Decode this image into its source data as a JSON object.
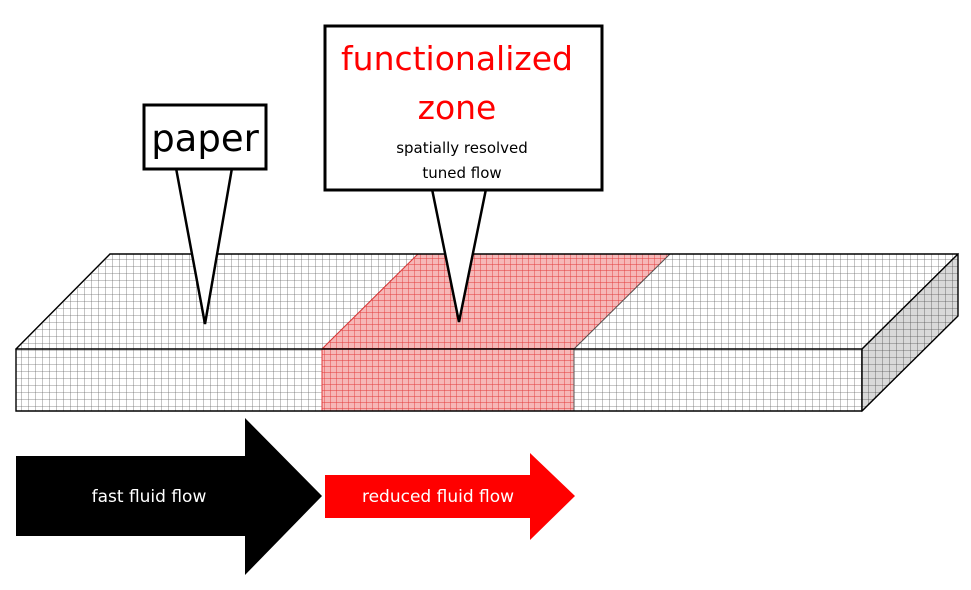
{
  "callouts": {
    "paper": {
      "title": "paper"
    },
    "zone": {
      "title_line1": "functionalized",
      "title_line2": "zone",
      "subtitle_line1": "spatially resolved",
      "subtitle_line2": "tuned flow"
    }
  },
  "arrows": {
    "fast": {
      "label": "fast fluid flow"
    },
    "reduced": {
      "label": "reduced fluid flow"
    }
  },
  "colors": {
    "grid_gray": "#6b6b6b",
    "grid_red": "#e23a3a",
    "zone_fill": "#f6b7b7",
    "zone_text": "#ff0000",
    "arrow_fast": "#000000",
    "arrow_reduced": "#ff0000",
    "outline": "#000000"
  }
}
